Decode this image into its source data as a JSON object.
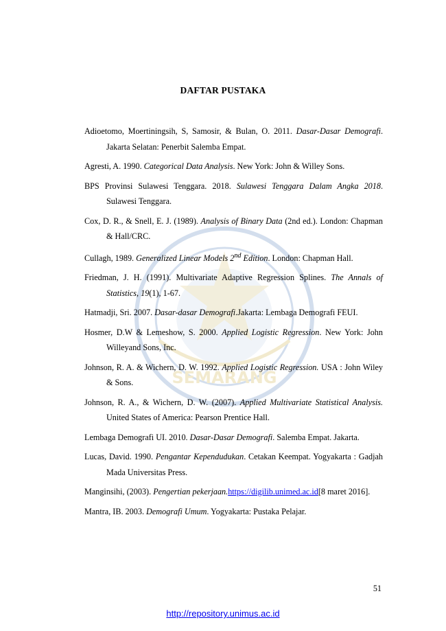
{
  "page": {
    "title": "DAFTAR PUSTAKA",
    "page_number": "51",
    "footer_url": "http://repository.unimus.ac.id",
    "watermark_text": "SEMARANG",
    "link_color": "#0000ee"
  },
  "references": [
    [
      {
        "t": "Adioetomo, Moertiningsih, S, Samosir, & Bulan, O. 2011. "
      },
      {
        "t": "Dasar-Dasar Demografi",
        "i": true
      },
      {
        "t": ". Jakarta Selatan: Penerbit Salemba Empat."
      }
    ],
    [
      {
        "t": "Agresti, A. 1990. "
      },
      {
        "t": "Categorical Data Analysis",
        "i": true
      },
      {
        "t": ". New York: John & Willey Sons."
      }
    ],
    [
      {
        "t": "BPS Provinsi Sulawesi Tenggara. 2018. "
      },
      {
        "t": "Sulawesi Tenggara Dalam Angka 2018",
        "i": true
      },
      {
        "t": ". Sulawesi Tenggara."
      }
    ],
    [
      {
        "t": "Cox, D. R., & Snell, E. J. (1989). "
      },
      {
        "t": "Analysis of Binary Data",
        "i": true
      },
      {
        "t": " (2nd ed.). London: Chapman & Hall/CRC."
      }
    ],
    [
      {
        "t": "Cullagh, 1989. "
      },
      {
        "t": "Generalized Linear Models 2",
        "i": true
      },
      {
        "t": "nd",
        "i": true,
        "sup": true
      },
      {
        "t": " Edition",
        "i": true
      },
      {
        "t": ". London: Chapman Hall."
      }
    ],
    [
      {
        "t": "Friedman, J. H. (1991). Multivariate Adaptive Regression Splines. "
      },
      {
        "t": "The Annals of Statistics, 19",
        "i": true
      },
      {
        "t": "(1), 1-67."
      }
    ],
    [
      {
        "t": "Hatmadji, Sri. 2007. "
      },
      {
        "t": "Dasar-dasar Demografi",
        "i": true
      },
      {
        "t": ".Jakarta: Lembaga Demografi FEUI."
      }
    ],
    [
      {
        "t": "Hosmer, D.W & Lemeshow, S. 2000. "
      },
      {
        "t": "Applied Logistic Regression",
        "i": true
      },
      {
        "t": ". New York: John Willeyand Sons, Inc."
      }
    ],
    [
      {
        "t": "Johnson, R. A. & Wichern, D. W. 1992. "
      },
      {
        "t": "Applied Logistic Regression.",
        "i": true
      },
      {
        "t": " USA : John Wiley & Sons."
      }
    ],
    [
      {
        "t": "Johnson, R. A., & Wichern, D. W. (2007). "
      },
      {
        "t": "Applied Multivariate Statistical Analysis.",
        "i": true
      },
      {
        "t": " United States of America: Pearson Prentice Hall."
      }
    ],
    [
      {
        "t": "Lembaga Demografi UI. 2010. "
      },
      {
        "t": "Dasar-Dasar Demografi",
        "i": true
      },
      {
        "t": ". Salemba Empat. Jakarta."
      }
    ],
    [
      {
        "t": "Lucas, David. 1990. "
      },
      {
        "t": "Pengantar Kependudukan",
        "i": true
      },
      {
        "t": ". Cetakan Keempat. Yogyakarta : Gadjah Mada Universitas Press."
      }
    ],
    [
      {
        "t": "Manginsihi, (2003). "
      },
      {
        "t": "Pengertian pekerjaan.",
        "i": true
      },
      {
        "t": "https://digilib.unimed.ac.id",
        "link": true
      },
      {
        "t": "[8 maret 2016]."
      }
    ],
    [
      {
        "t": "Mantra, IB. 2003. "
      },
      {
        "t": "Demografi Umum",
        "i": true
      },
      {
        "t": ". Yogyakarta: Pustaka Pelajar."
      }
    ]
  ]
}
